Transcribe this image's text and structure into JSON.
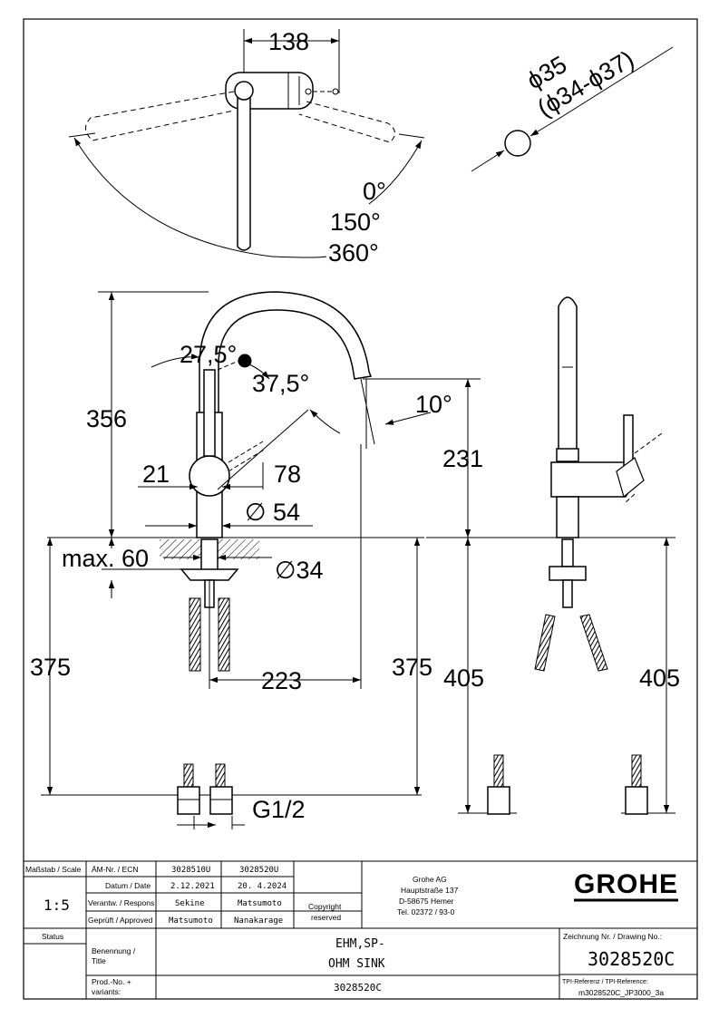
{
  "dimensions": {
    "top_width": "138",
    "hole_diameter": "ϕ35",
    "hole_range": "(ϕ34-ϕ37)",
    "angle_0": "0°",
    "angle_150": "150°",
    "angle_360": "360°",
    "height_356": "356",
    "angle_27_5": "27,5°",
    "angle_37_5": "37,5°",
    "angle_10": "10°",
    "height_231": "231",
    "dim_21": "21",
    "dim_78": "78",
    "diam_54": "∅ 54",
    "max_60": "max. 60",
    "diam_34": "∅34",
    "len_375_left": "375",
    "reach_223": "223",
    "len_375_right": "375",
    "len_405_mid": "405",
    "len_405_right": "405",
    "thread": "G1/2"
  },
  "title_block": {
    "scale_label": "Maßstab / Scale",
    "scale_value": "1:5",
    "ecn_label": "ÄM-Nr. / ECN",
    "ecn_1": "3028510U",
    "ecn_2": "3028520U",
    "date_label": "Datum / Date",
    "date_1": "2.12.2021",
    "date_2": "20. 4.2024",
    "responsible_label": "Verantw. / Respons",
    "responsible_1": "Sekine",
    "responsible_2": "Matsumoto",
    "approved_label": "Geprüft / Approved",
    "approved_1": "Matsumoto",
    "approved_2": "Nanakarage",
    "copyright_1": "Copyright",
    "copyright_2": "reserved",
    "company_name": "Grohe AG",
    "company_street": "Hauptstraße 137",
    "company_city": "D-58675 Hemer",
    "company_tel": "Tel. 02372 / 93-0",
    "brand": "GROHE",
    "status_label": "Status",
    "title_label_1": "Benennung /",
    "title_label_2": "Title",
    "title_1": "EHM,SP-",
    "title_2": "OHM SINK",
    "drawing_no_label": "Zeichnung Nr. / Drawing No.:",
    "drawing_no": "3028520C",
    "prod_label_1": "Prod.-No. +",
    "prod_label_2": "variants:",
    "prod_no": "3028520C",
    "tpi_label": "TPI-Referenz / TPI-Reference:",
    "tpi_ref": "m3028520C_JP3000_3a"
  }
}
